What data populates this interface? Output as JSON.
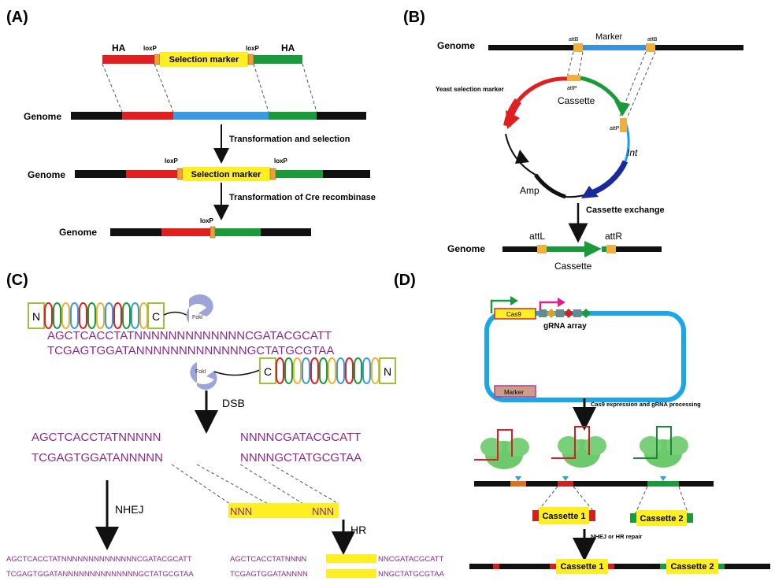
{
  "panels": {
    "a": {
      "letter": "(A)",
      "ha_left": "HA",
      "ha_right": "HA",
      "loxp": "loxP",
      "selection_marker": "Selection marker",
      "genome": "Genome",
      "step1": "Transformation and selection",
      "step2": "Transformation of Cre recombinase"
    },
    "b": {
      "letter": "(B)",
      "genome": "Genome",
      "marker": "Marker",
      "attb": "attB",
      "attp": "attP",
      "yeast_marker": "Yeast selection marker",
      "cassette": "Cassette",
      "int": "Int",
      "amp": "Amp",
      "step": "Cassette exchange",
      "attl": "attL",
      "attr": "attR"
    },
    "c": {
      "letter": "(C)",
      "tale_n": "N",
      "tale_c": "C",
      "foki": "FokI",
      "seq_top": "AGCTCACCTATNNNNNNNNNNNNNCGATACGCATT",
      "seq_bottom": "TCGAGTGGATANNNNNNNNNNNNNGCTATGCGTAA",
      "dsb": "DSB",
      "left_top": "AGCTCACCTATNNNNN",
      "left_bottom": "TCGAGTGGATANNNNN",
      "right_top": "NNNNCGATACGCATT",
      "right_bottom": "NNNNGCTATGCGTAA",
      "nhej": "NHEJ",
      "hr": "HR",
      "nnn": "NNN",
      "nhej_top": "AGCTCACCTATNNNNNNNNNNNNNNCGATACGCATT",
      "nhej_bottom": "TCGAGTGGATANNNNNNNNNNNNNNGCTATGCGTAA",
      "hr_top_left": "AGCTCACCTATNNNN",
      "hr_top_right": "NNCGATACGCATT",
      "hr_bottom_left": "TCGAGTGGATANNNN",
      "hr_bottom_right": "NNGCTATGCGTAA"
    },
    "d": {
      "letter": "(D)",
      "cas9": "Cas9",
      "grna_array": "gRNA array",
      "marker": "Marker",
      "step1": "Cas9 expression and gRNA processing",
      "cassette1": "Cassette 1",
      "cassette2": "Cassette 2",
      "step2": "NHEJ or HR repair"
    }
  },
  "colors": {
    "red": "#e02020",
    "green": "#1a9a3a",
    "blue": "#3a8fe0",
    "yellow": "#ffee22",
    "black": "#111111",
    "purple": "#8a2a8a",
    "orange": "#f0b040"
  }
}
